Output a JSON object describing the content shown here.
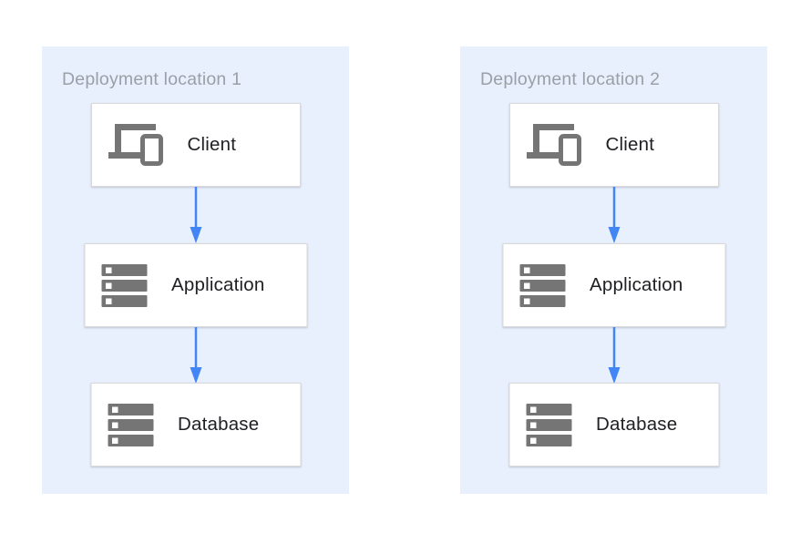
{
  "diagram": {
    "type": "architecture-flow",
    "panels": [
      {
        "title": "Deployment location 1",
        "nodes": [
          {
            "label": "Client",
            "icon": "devices-icon"
          },
          {
            "label": "Application",
            "icon": "server-stack-icon"
          },
          {
            "label": "Database",
            "icon": "server-stack-icon"
          }
        ],
        "edges": [
          {
            "from": "Client",
            "to": "Application"
          },
          {
            "from": "Application",
            "to": "Database"
          }
        ]
      },
      {
        "title": "Deployment location 2",
        "nodes": [
          {
            "label": "Client",
            "icon": "devices-icon"
          },
          {
            "label": "Application",
            "icon": "server-stack-icon"
          },
          {
            "label": "Database",
            "icon": "server-stack-icon"
          }
        ],
        "edges": [
          {
            "from": "Client",
            "to": "Application"
          },
          {
            "from": "Application",
            "to": "Database"
          }
        ]
      }
    ],
    "colors": {
      "panel_bg": "#e8f0fe",
      "arrow_blue": "#4285f4",
      "icon_gray": "#757575",
      "title_gray": "#9aa0a6",
      "node_border": "#d9d9d9",
      "node_bg": "#ffffff",
      "label_text": "#202124"
    }
  }
}
